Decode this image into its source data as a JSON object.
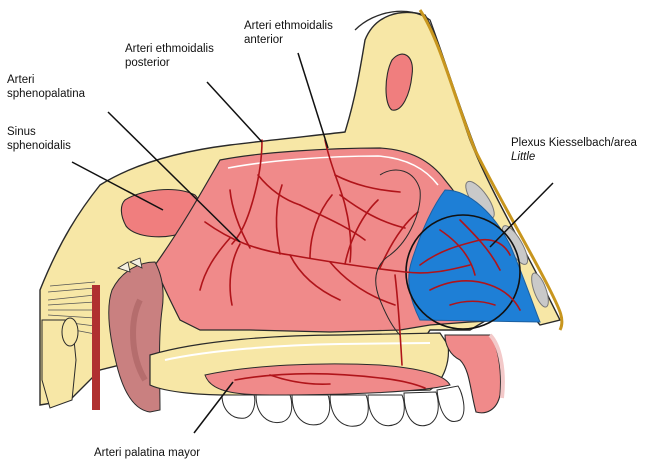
{
  "labels": {
    "sphenopalatina_l1": "Arteri",
    "sphenopalatina_l2": "sphenopalatina",
    "sinus_l1": "Sinus",
    "sinus_l2": "sphenoidalis",
    "ethmoid_post_l1": "Arteri ethmoidalis",
    "ethmoid_post_l2": "posterior",
    "ethmoid_ant_l1": "Arteri ethmoidalis",
    "ethmoid_ant_l2": "anterior",
    "plexus_l1": "Plexus Kiesselbach/area",
    "plexus_l2": "Little",
    "palatina": "Arteri palatina mayor"
  },
  "colors": {
    "bone": "#f7e7a6",
    "bone_edge": "#2a2a2a",
    "mucosa": "#f08a8a",
    "mucosa_light": "#f4a9a9",
    "artery": "#b0141a",
    "plexus": "#1e7fd6",
    "nasal_edge": "#c8961e",
    "cartilage": "#c9c9c9"
  }
}
